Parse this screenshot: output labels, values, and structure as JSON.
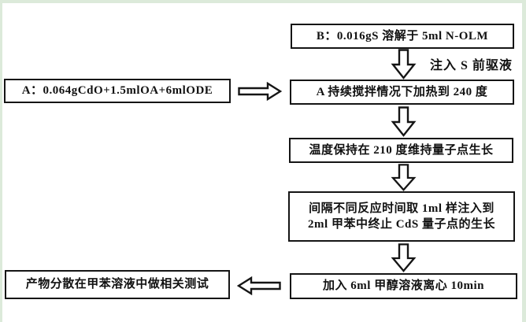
{
  "canvas": {
    "background": "#ffffff",
    "frame_color": "#dceada",
    "ink_color": "#151515"
  },
  "flowchart": {
    "box_b": "B：0.016gS 溶解于 5ml N-OLM",
    "inject_label": "注入 S 前驱液",
    "box_a": "A：0.064gCdO+1.5mlOA+6mlODE",
    "box_heat": "A 持续搅拌情况下加热到 240 度",
    "box_temp": "温度保持在 210 度维持量子点生长",
    "box_sample_line1": "间隔不同反应时间取 1ml 样注入到",
    "box_sample_line2": "2ml 甲苯中终止 CdS 量子点的生长",
    "box_methanol": "加入 6ml 甲醇溶液离心 10min",
    "box_product": "产物分散在甲苯溶液中做相关测试"
  }
}
